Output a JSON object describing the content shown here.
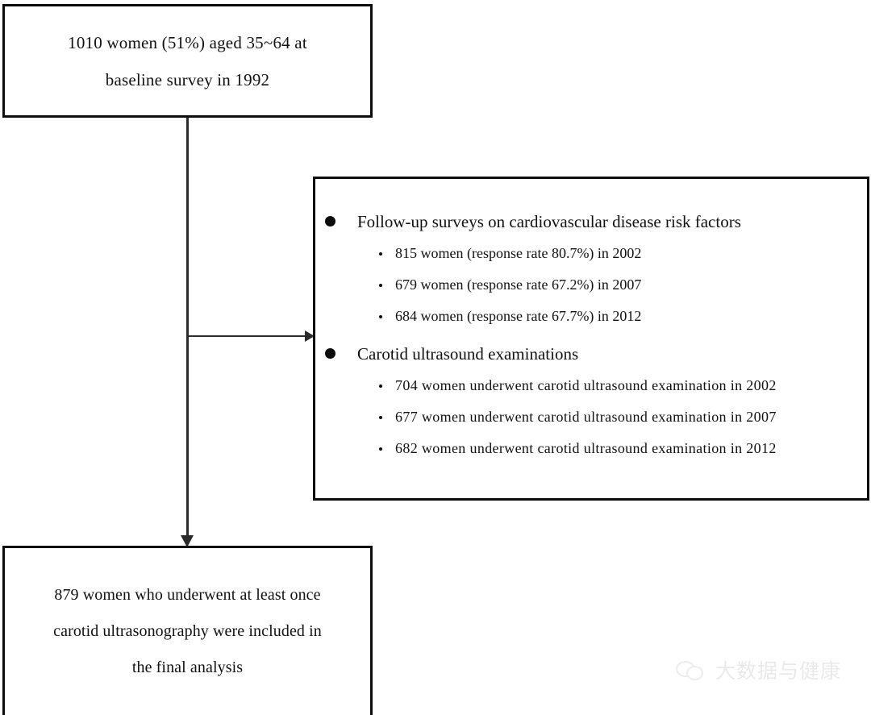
{
  "figure": {
    "type": "flowchart",
    "background_color": "#ffffff",
    "stroke_color": "#0d0d0d",
    "connector_color": "#2b2b2b"
  },
  "baseline_box": {
    "lines": [
      "1010 women (51%) aged 35~64 at",
      "baseline survey in 1992"
    ]
  },
  "followup_box": {
    "groups": [
      {
        "heading": "Follow-up surveys on cardiovascular disease risk factors",
        "items": [
          "815 women (response rate 80.7%) in 2002",
          "679 women (response rate 67.2%) in 2007",
          "684 women (response rate 67.7%) in 2012"
        ]
      },
      {
        "heading": "Carotid ultrasound examinations",
        "items": [
          "704 women underwent  carotid ultrasound  examination  in 2002",
          "677 women underwent  carotid ultrasound  examination  in 2007",
          "682 women underwent  carotid ultrasound  examination  in 2012"
        ]
      }
    ]
  },
  "final_box": {
    "lines": [
      "879 women who underwent at least once",
      "carotid ultrasonography were included in",
      "the final analysis"
    ]
  },
  "watermark": {
    "text": "大数据与健康",
    "logo": "wechat-logo"
  }
}
